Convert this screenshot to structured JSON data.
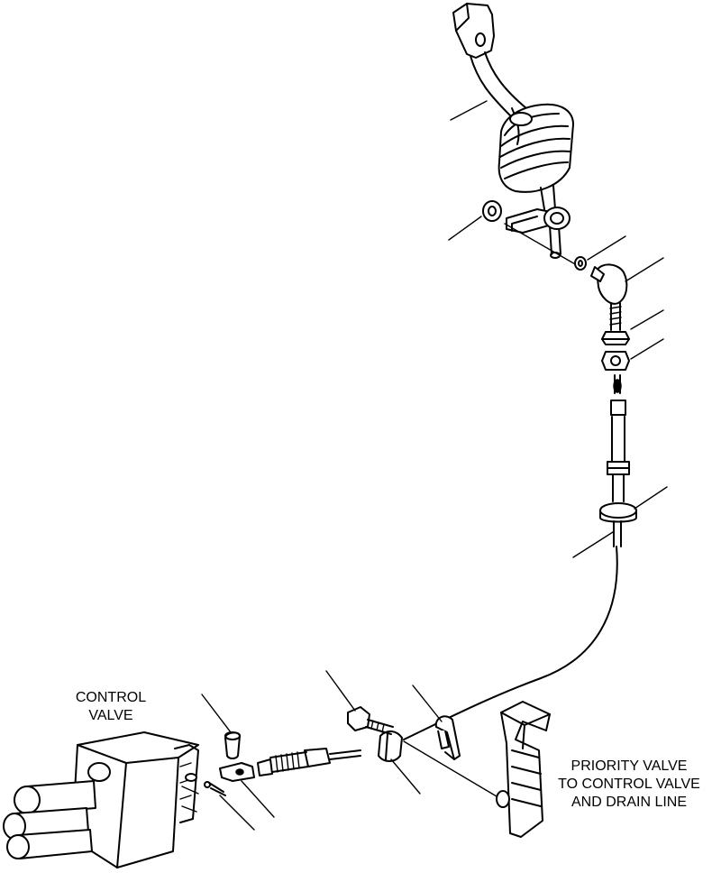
{
  "labels": {
    "control_valve_line1": "CONTROL",
    "control_valve_line2": "VALVE",
    "priority_line1": "PRIORITY VALVE",
    "priority_line2": "TO CONTROL VALVE",
    "priority_line3": "AND DRAIN LINE"
  }
}
